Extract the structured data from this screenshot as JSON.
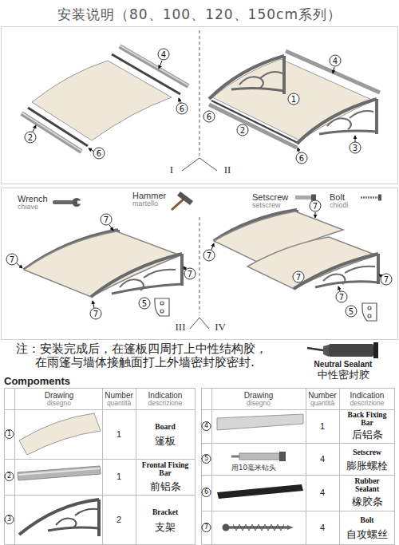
{
  "diagram": {
    "title": "安装说明（80、100、120、150cm系列）",
    "labels": [
      "4",
      "6",
      "2",
      "6",
      "4",
      "1",
      "6",
      "2",
      "3",
      "6",
      "I",
      "II",
      "Wrench",
      "chiave",
      "Hammer",
      "martello",
      "Setscrew",
      "setscrew",
      "Bolt",
      "chiodi",
      "7",
      "7",
      "7",
      "7",
      "5",
      "III",
      "7",
      "7",
      "7",
      "7",
      "7",
      "5",
      "IV",
      "注：安装完成后，在篷板四周打上中性结构胶，",
      "在雨篷与墙体接触面打上外墙密封胶密封.",
      "Neutral Sealant",
      "中性密封胶",
      "Compoments",
      "Drawing",
      "disegno",
      "Number",
      "quantità",
      "Indication",
      "descrizione",
      "1",
      "1",
      "Board",
      "篷板",
      "2",
      "1",
      "Frontal Fixing Bar",
      "前铝条",
      "3",
      "2",
      "Bracket",
      "支架",
      "Drawing",
      "disegno",
      "Number",
      "quantità",
      "Indication",
      "descrizione",
      "4",
      "1",
      "Back Fixing Bar",
      "后铝条",
      "5",
      "用10毫米钻头",
      "4",
      "Setscrew",
      "膨胀螺栓",
      "6",
      "4",
      "Rubber Sealant",
      "橡胶条",
      "7",
      "4",
      "Bolt",
      "自攻螺丝"
    ]
  }
}
